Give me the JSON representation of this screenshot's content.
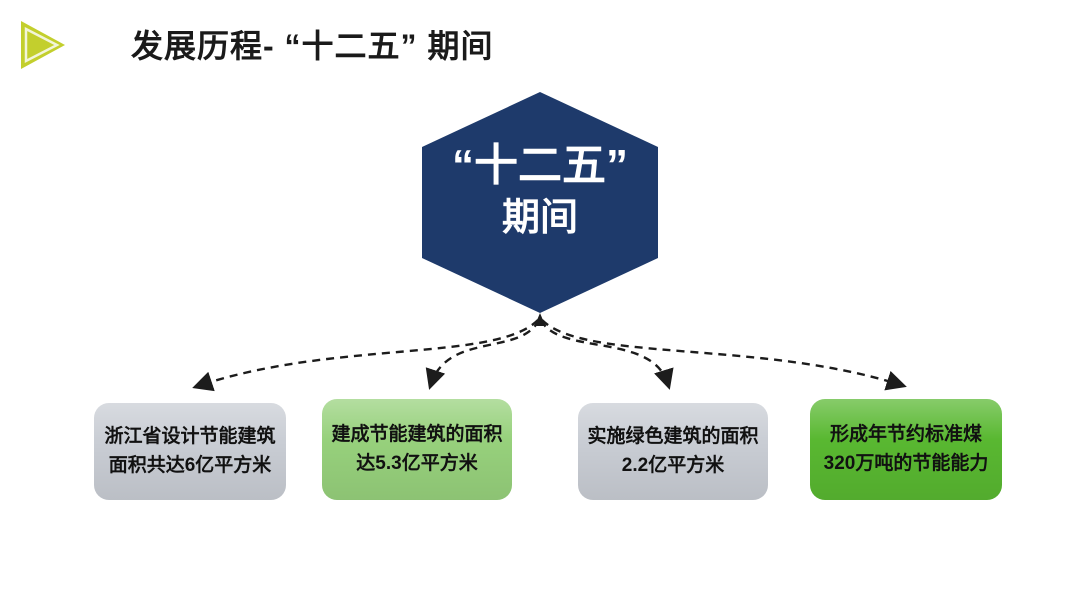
{
  "slide": {
    "background": "#ffffff",
    "title": "发展历程- “十二五” 期间",
    "title_color": "#1a1a1a",
    "bullet_icon": {
      "name": "play-triangle-icon",
      "fill": "#c3cf2d",
      "inner_stroke": "#f2f5d9"
    }
  },
  "hexagon": {
    "shape": "hexagon",
    "fill": "#1e3a6b",
    "text_color": "#ffffff",
    "line1": "“十二五”",
    "line2": "期间"
  },
  "connectors": {
    "style": "dashed-curve",
    "color": "#1c1c1c",
    "count": 4,
    "origin": "hexagon-bottom-vertex",
    "arrowheads": "down-into-each-card-plus-one-up-at-hexagon"
  },
  "boxes": [
    {
      "line1": "浙江省设计节能建筑",
      "line2": "面积共达6亿平方米",
      "fill": "#c9cdd4",
      "text_color": "#111111"
    },
    {
      "line1": "建成节能建筑的面积",
      "line2": "达5.3亿平方米",
      "fill": "#97d17c",
      "text_color": "#111111"
    },
    {
      "line1": "实施绿色建筑的面积",
      "line2": "2.2亿平方米",
      "fill": "#c9cdd4",
      "text_color": "#111111"
    },
    {
      "line1": "形成年节约标准煤",
      "line2": "320万吨的节能能力",
      "fill": "#59b831",
      "text_color": "#111111"
    }
  ]
}
